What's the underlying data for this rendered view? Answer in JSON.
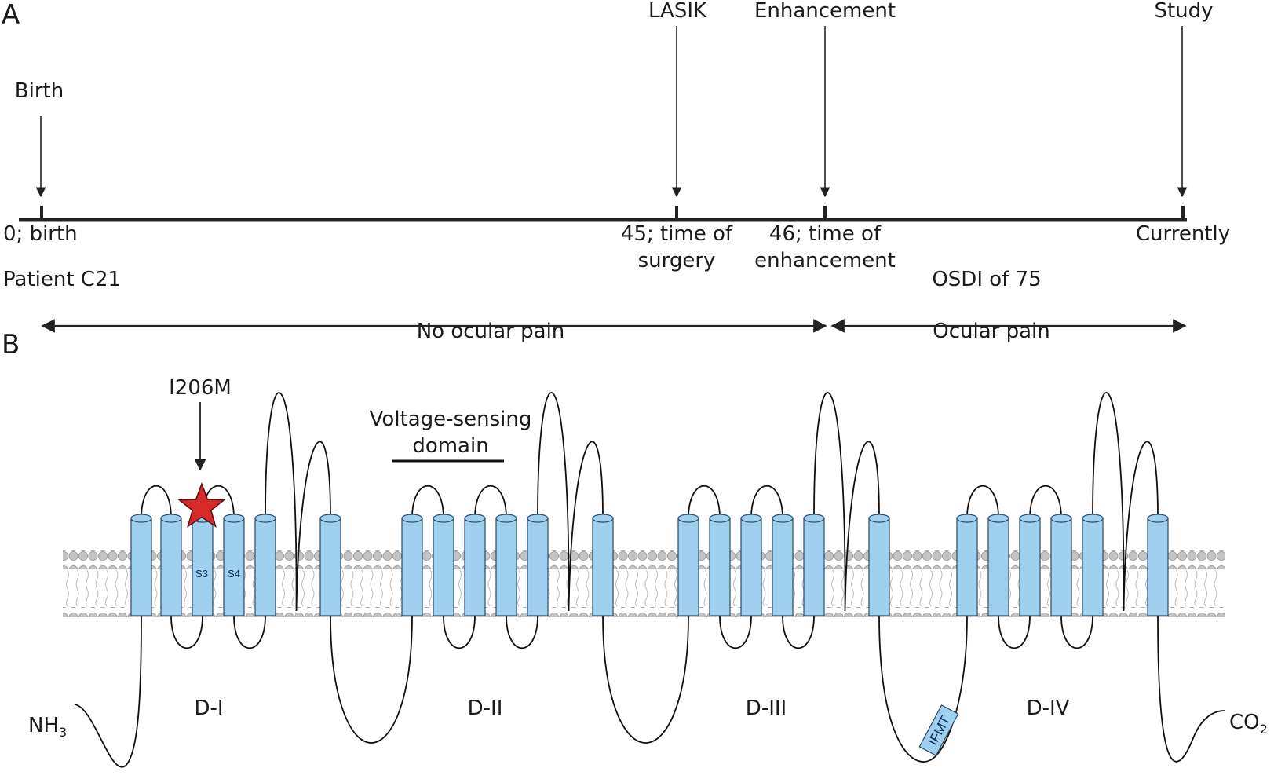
{
  "panel_a": {
    "label": "A",
    "events": [
      {
        "name": "Birth",
        "time_label": [
          "0; birth"
        ]
      },
      {
        "name": "LASIK",
        "time_label": [
          "45; time of",
          "surgery"
        ]
      },
      {
        "name": "Enhancement",
        "time_label": [
          "46; time of",
          "enhancement"
        ]
      },
      {
        "name": "Study",
        "time_label": [
          "Currently"
        ]
      }
    ],
    "patient": "Patient C21",
    "osdi": "OSDI of 75",
    "periods": [
      {
        "label": "No ocular pain",
        "from": "Birth",
        "to": "Enhancement"
      },
      {
        "label": "Ocular pain",
        "from": "Enhancement",
        "to": "Study"
      }
    ]
  },
  "panel_b": {
    "label": "B",
    "mutation": "I206M",
    "voltage_sensing_label": [
      "Voltage-sensing",
      "domain"
    ],
    "segment_labels": [
      "S3",
      "S4"
    ],
    "domains": [
      "D-I",
      "D-II",
      "D-III",
      "D-IV"
    ],
    "n_terminus": {
      "text": "NH",
      "sub": "3"
    },
    "c_terminus": {
      "text": "CO",
      "sub": "2"
    },
    "motif": "IFMT",
    "colors": {
      "helix": "#9fd0f0",
      "helix_stroke": "#2b4a66",
      "star": "#d42a2a",
      "lipid": "#c4c4c4"
    }
  }
}
